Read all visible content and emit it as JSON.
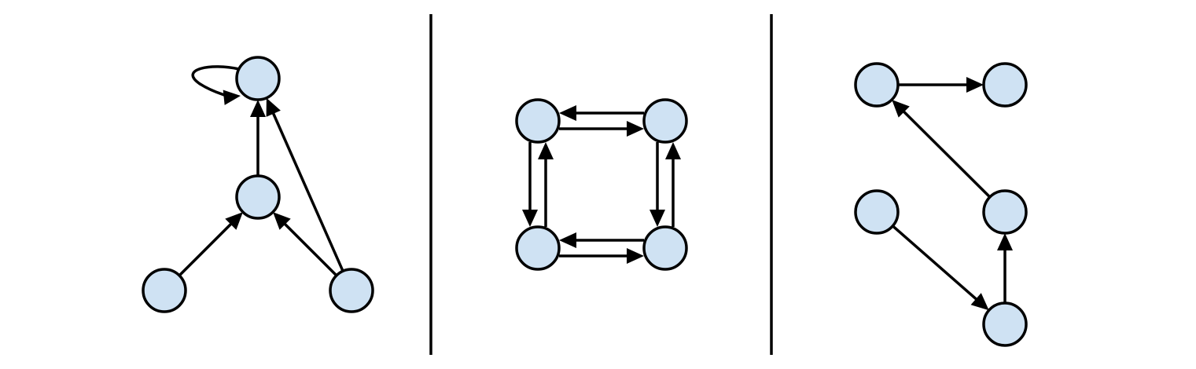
{
  "style": {
    "node_fill": "#cfe2f3",
    "node_stroke": "#000000",
    "edge_color": "#000000"
  },
  "panels": [
    {
      "id": "panel-1",
      "description_shape": "tree with self-loop",
      "nodes": [
        "a1",
        "a2",
        "a3",
        "a4"
      ],
      "edges": [
        {
          "from": "a3",
          "to": "a2"
        },
        {
          "from": "a4",
          "to": "a2"
        },
        {
          "from": "a2",
          "to": "a1"
        },
        {
          "from": "a4",
          "to": "a1"
        },
        {
          "from": "a1",
          "to": "a1",
          "self_loop": true
        }
      ]
    },
    {
      "id": "panel-2",
      "description_shape": "bidirectional square",
      "nodes": [
        "b1",
        "b2",
        "b3",
        "b4"
      ],
      "edges": [
        {
          "from": "b1",
          "to": "b2"
        },
        {
          "from": "b2",
          "to": "b1"
        },
        {
          "from": "b1",
          "to": "b3"
        },
        {
          "from": "b3",
          "to": "b1"
        },
        {
          "from": "b2",
          "to": "b4"
        },
        {
          "from": "b4",
          "to": "b2"
        },
        {
          "from": "b3",
          "to": "b4"
        },
        {
          "from": "b4",
          "to": "b3"
        }
      ]
    },
    {
      "id": "panel-3",
      "description_shape": "directed path",
      "nodes": [
        "c1",
        "c2",
        "c3",
        "c4",
        "c5"
      ],
      "edges": [
        {
          "from": "c1",
          "to": "c2"
        },
        {
          "from": "c4",
          "to": "c1"
        },
        {
          "from": "c3",
          "to": "c5"
        },
        {
          "from": "c5",
          "to": "c4"
        }
      ]
    }
  ]
}
